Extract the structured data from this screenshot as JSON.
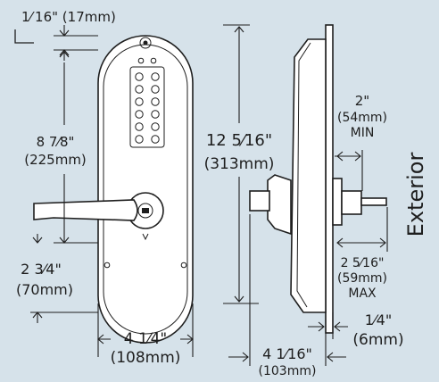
{
  "dimensions": {
    "top_offset": "1⁄ 16\" (17mm)",
    "height_trim": "8 7⁄8\"",
    "height_trim_mm": "(225mm)",
    "lever_to_bottom": "2 3⁄4\"",
    "lever_to_bottom_mm": "(70mm)",
    "trim_width": "4 1⁄4\"",
    "trim_width_mm": "(108mm)",
    "total_height": "12 5⁄16\"",
    "total_height_mm": "(313mm)",
    "door_min": "2\"",
    "door_min_mm": "(54mm)",
    "door_min_tag": "MIN",
    "door_max": "2 5⁄16\"",
    "door_max_mm": "(59mm)",
    "door_max_tag": "MAX",
    "plate_gap": "1⁄4\"",
    "plate_gap_mm": "(6mm)",
    "projection": "4 1⁄16\"",
    "projection_mm": "(103mm)"
  },
  "side_label": "Exterior",
  "colors": {
    "background": "#d6e2ea",
    "ink": "#1e1e1e",
    "body": "#ffffff"
  }
}
